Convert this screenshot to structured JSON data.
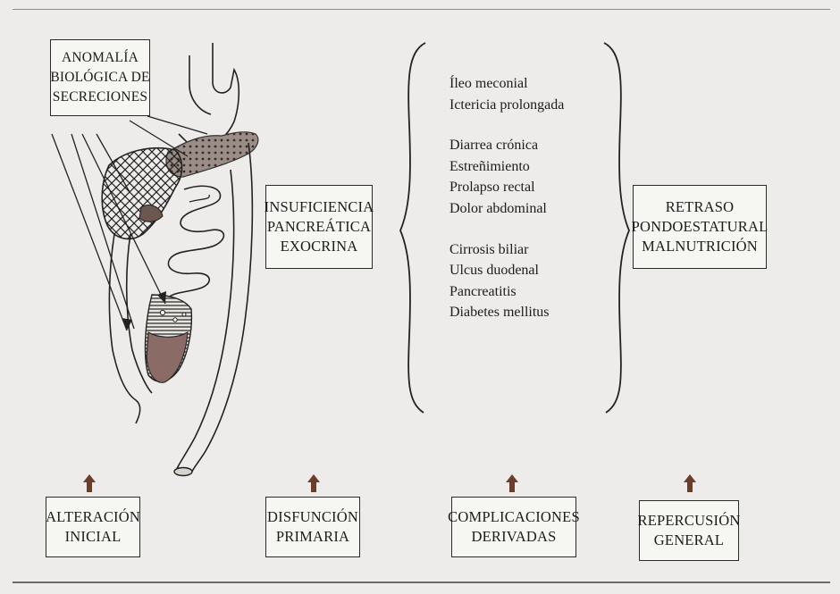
{
  "boxes": {
    "anomalia": [
      "ANOMALÍA",
      "BIOLÓGICA DE",
      "SECRECIONES"
    ],
    "insuficiencia": [
      "INSUFICIENCIA",
      "PANCREÁTICA",
      "EXOCRINA"
    ],
    "retraso": [
      "RETRASO",
      "PONDOESTATURAL",
      "MALNUTRICIÓN"
    ]
  },
  "complicaciones": {
    "group1": [
      "Íleo meconial",
      "Ictericia prolongada"
    ],
    "group2": [
      "Diarrea crónica",
      "Estreñimiento",
      "Prolapso rectal",
      "Dolor abdominal"
    ],
    "group3": [
      "Cirrosis biliar",
      "Ulcus duodenal",
      "Pancreatitis",
      "Diabetes mellitus"
    ]
  },
  "stages": [
    {
      "line1": "ALTERACIÓN",
      "line2": "INICIAL"
    },
    {
      "line1": "DISFUNCIÓN",
      "line2": "PRIMARIA"
    },
    {
      "line1": "COMPLICACIONES",
      "line2": "DERIVADAS"
    },
    {
      "line1": "REPERCUSIÓN",
      "line2": "GENERAL"
    }
  ],
  "colors": {
    "ink": "#1c1c1c",
    "arrow": "#6b3e2c",
    "tissue_shade": "#8a6b65",
    "paper": "#edecea"
  }
}
